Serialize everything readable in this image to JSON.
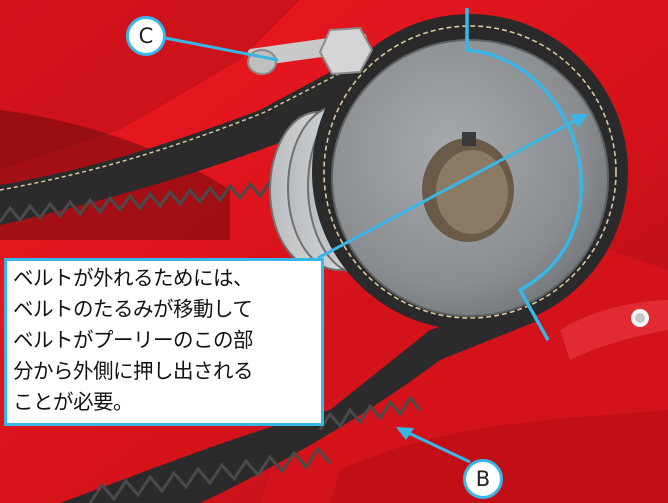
{
  "photo": {
    "subject": "V-belt on a grey pulley on red machine housing",
    "colors": {
      "housing_red": "#e0141c",
      "housing_dark": "#9e0c10",
      "pulley_grey": "#8c8f92",
      "belt_black": "#2b2b2b",
      "callout_blue": "#39b6e8"
    }
  },
  "callouts": {
    "c_label": "C",
    "b_label": "B"
  },
  "note": {
    "lines": [
      "ベルトが外れるためには、",
      "ベルトのたるみが移動して",
      "ベルトがプーリーのこの部",
      "分から外側に押し出される",
      "ことが必要。"
    ]
  }
}
